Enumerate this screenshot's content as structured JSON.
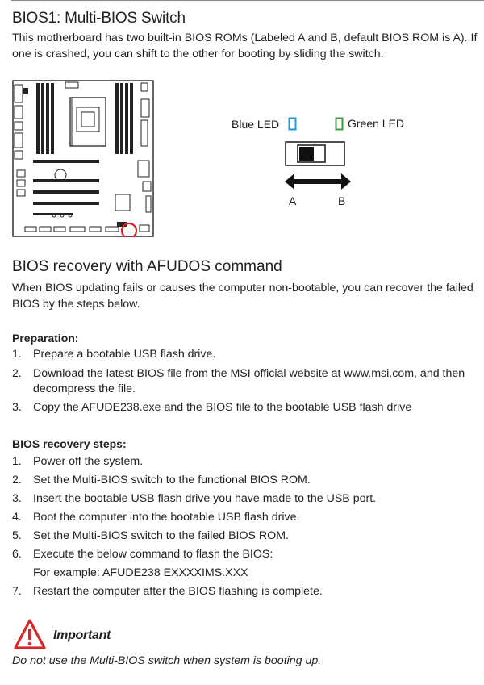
{
  "section1": {
    "title": "BIOS1: Multi-BIOS Switch",
    "description": "This motherboard has two built-in BIOS ROMs (Labeled A and B, default BIOS ROM is A). If one is crashed, you can shift to the other for booting by sliding the switch."
  },
  "switch_diagram": {
    "blue_led_label": "Blue LED",
    "green_led_label": "Green LED",
    "position_a": "A",
    "position_b": "B",
    "blue_color": "#1e9ad6",
    "green_color": "#3a9a3a"
  },
  "section2": {
    "title": "BIOS recovery with AFUDOS command",
    "description": "When BIOS updating fails or causes the computer non-bootable, you can recover the failed BIOS by the steps below."
  },
  "preparation": {
    "heading": "Preparation:",
    "steps": [
      {
        "num": "1.",
        "text": "Prepare a bootable USB flash drive."
      },
      {
        "num": "2.",
        "text": "Download the latest BIOS file from the MSI official website at www.msi.com, and then decompress the file."
      },
      {
        "num": "3.",
        "text": "Copy the AFUDE238.exe and the BIOS file to the bootable USB flash drive"
      }
    ]
  },
  "recovery": {
    "heading": "BIOS recovery steps:",
    "steps": [
      {
        "num": "1.",
        "text": "Power off the system."
      },
      {
        "num": "2.",
        "text": "Set the Multi-BIOS switch to the functional BIOS ROM."
      },
      {
        "num": "3.",
        "text": "Insert the bootable USB flash drive you have made to the USB port."
      },
      {
        "num": "4.",
        "text": "Boot the computer into the bootable USB flash drive."
      },
      {
        "num": "5.",
        "text": "Set the Multi-BIOS switch to the failed BIOS ROM."
      },
      {
        "num": "6.",
        "text": "Execute the below command to flash the BIOS:"
      },
      {
        "num": "7.",
        "text": "Restart the computer after the BIOS flashing is complete."
      }
    ],
    "example": "For example: AFUDE238 EXXXXIMS.XXX"
  },
  "important": {
    "label": "Important",
    "note": "Do not use the Multi-BIOS switch when system is booting up."
  },
  "colors": {
    "warning_red": "#d62828",
    "highlight_circle": "#e01b1b"
  }
}
